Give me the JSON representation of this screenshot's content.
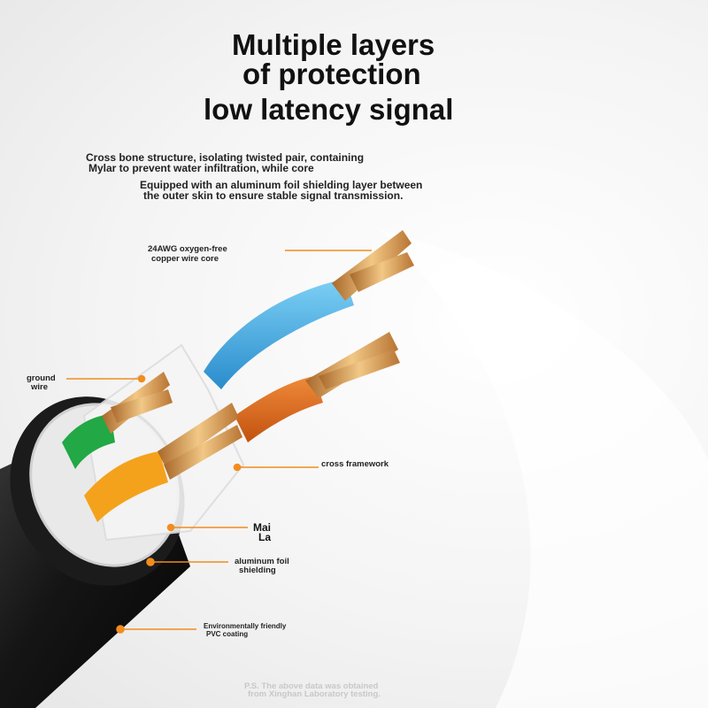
{
  "headline": {
    "line1": "Multiple layers",
    "line2": "of protection",
    "line3": "low latency signal"
  },
  "description": {
    "para1_line1": "Cross bone structure, isolating twisted pair, containing",
    "para1_line2": "Mylar to prevent water infiltration, while core",
    "para2_line1": "Equipped with an aluminum foil shielding layer between",
    "para2_line2": "the outer skin to ensure stable signal transmission."
  },
  "callouts": {
    "copper_core_line1": "24AWG oxygen-free",
    "copper_core_line2": "copper wire core",
    "ground_wire_line1": "ground",
    "ground_wire_line2": "wire",
    "cross_framework": "cross framework",
    "mylar_line1": "Mai",
    "mylar_line2": "La",
    "foil_line1": "aluminum foil",
    "foil_line2": "shielding",
    "pvc_line1": "Environmentally friendly",
    "pvc_line2": "PVC coating"
  },
  "footnote": {
    "line1": "P.S. The above data was obtained",
    "line2": "from Xinghan Laboratory testing."
  },
  "colors": {
    "accent_orange": "#f28c1e",
    "wire_blue": "#3aa6e0",
    "wire_orange": "#d8641a",
    "wire_green": "#22a845",
    "wire_yellow": "#f4a21c",
    "jacket_black": "#151515",
    "copper": "#d9a05a"
  }
}
